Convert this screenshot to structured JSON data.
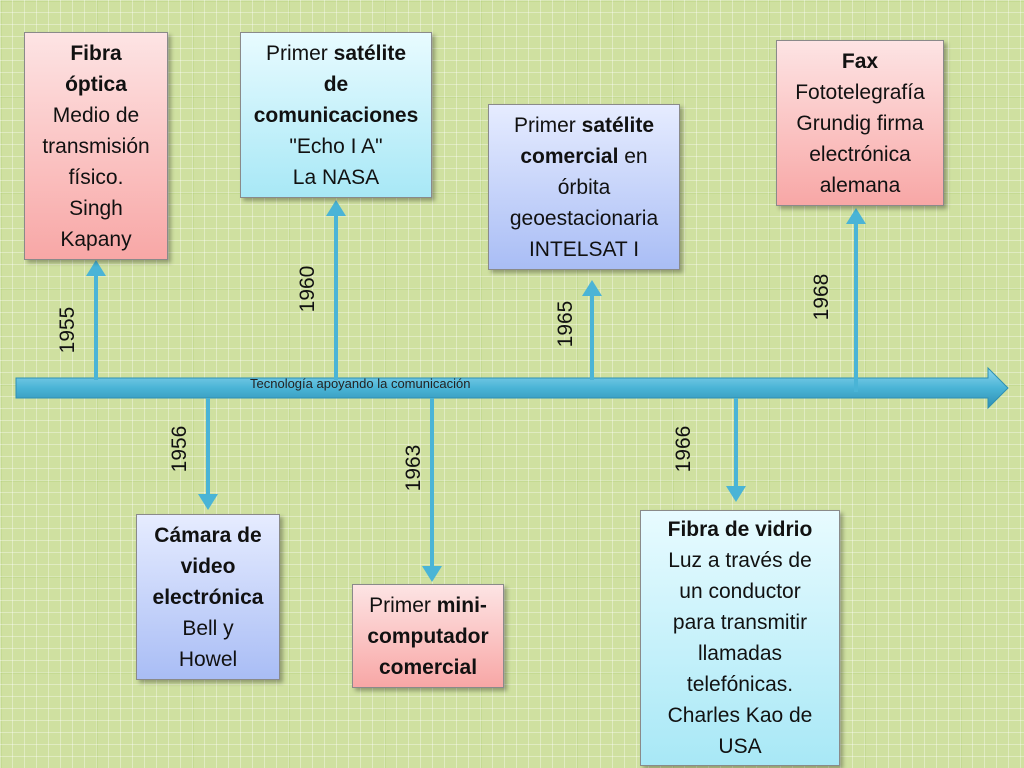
{
  "timeline": {
    "label": "Tecnología apoyando la comunicación",
    "colors": {
      "arrow": "#4ab4d6",
      "arrow_dark": "#2e8fb3"
    }
  },
  "events": {
    "e1955": {
      "year": "1955",
      "line1_bold": "Fibra",
      "line2_bold": "óptica",
      "rest": [
        "Medio de",
        "transmisión",
        "físico.",
        "Singh",
        "Kapany"
      ]
    },
    "e1956": {
      "year": "1956",
      "line1_bold": "Cámara de",
      "line2_bold": "video",
      "line3_bold": "electrónica",
      "rest": [
        "Bell y",
        "Howel"
      ]
    },
    "e1960": {
      "year": "1960",
      "prefix": "Primer ",
      "bold1": "satélite",
      "bold2": "de",
      "bold3": "comunicaciones",
      "rest": [
        "\"Echo I A\"",
        "La NASA"
      ]
    },
    "e1963": {
      "year": "1963",
      "prefix": "Primer ",
      "bold1": "mini-",
      "bold2": "computador",
      "bold3": "comercial"
    },
    "e1965": {
      "year": "1965",
      "prefix": "Primer ",
      "bold1": "satélite",
      "bold2": "comercial",
      "suffix": " en",
      "rest": [
        "órbita",
        "geoestacionaria",
        "INTELSAT I"
      ]
    },
    "e1966": {
      "year": "1966",
      "bold1": "Fibra de vidrio",
      "rest": [
        "Luz a través de",
        "un conductor",
        "para transmitir",
        "llamadas",
        "telefónicas.",
        "Charles Kao de",
        "USA"
      ]
    },
    "e1968": {
      "year": "1968",
      "bold1": "Fax",
      "rest": [
        "Fototelegrafía",
        "Grundig firma",
        "electrónica",
        "alemana"
      ]
    }
  }
}
